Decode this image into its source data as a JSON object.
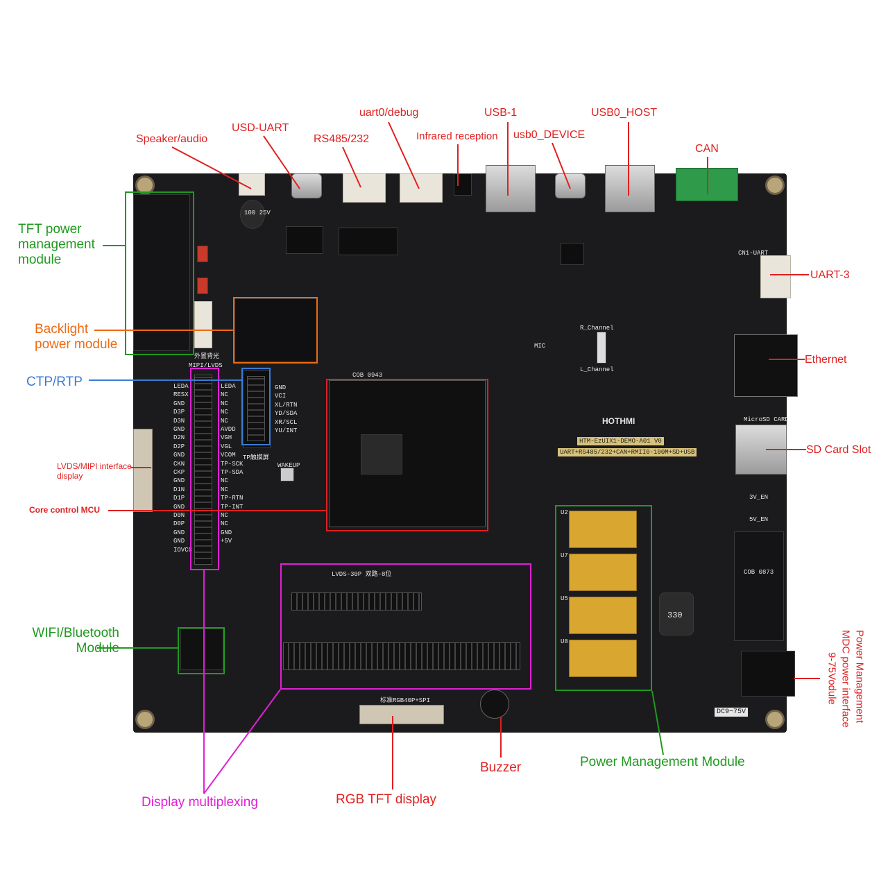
{
  "colors": {
    "red": "#e02020",
    "green": "#1f9a1f",
    "orange": "#ee6a12",
    "blue": "#3a7bd5",
    "magenta": "#e020d6",
    "pcb": "#1b1b1d"
  },
  "labels": {
    "speaker_audio": "Speaker/audio",
    "usd_uart": "USD-UART",
    "rs485_232": "RS485/232",
    "uart0_debug": "uart0/debug",
    "infrared": "Infrared reception",
    "usb1": "USB-1",
    "usb0_device": "usb0_DEVICE",
    "usb0_host": "USB0_HOST",
    "can": "CAN",
    "uart3": "UART-3",
    "ethernet": "Ethernet",
    "sd_card": "SD Card Slot",
    "tft_power": "TFT power management module",
    "backlight": "Backlight power module",
    "ctp_rtp": "CTP/RTP",
    "lvds_mipi": "LVDS/MIPI interface display",
    "core_mcu": "Core control MCU",
    "wifi_bt": "WIFI/Bluetooth Module",
    "display_mux": "Display multiplexing",
    "rgb_tft": "RGB TFT display",
    "buzzer": "Buzzer",
    "power_mgmt_module": "Power Management Module",
    "power_vertical_1": "Power Management",
    "power_vertical_2": "MDC power interface",
    "power_vertical_3": "9-75Vodule"
  },
  "board_silk": {
    "brand": "HOTHMI",
    "model": "HTM-EzUIX1-DEMO-A01 V0",
    "features": "UART+RS485/232+CAN+RMII0-100M+SD+USB",
    "cob_mcu": "COB 0943",
    "lvds_header": "LVDS-30P 双路-8位",
    "rgb_header": "标准RGB40P+SPI",
    "mipi_lvds": "MIPI/LVDS",
    "tp_header": "TP触摸屏",
    "microsd": "MicroSD CARD",
    "dc_input": "DC9~75V",
    "backlight_silk": "外置背光",
    "wakeup": "WAKEUP",
    "capacitor": "100 25V",
    "inductor": "330",
    "en_3v": "3V_EN",
    "en_5v": "5V_EN",
    "cn1_uart": "CN1-UART",
    "r_channel": "R_Channel",
    "l_channel": "L_Channel",
    "mic": "MIC",
    "cob_psu": "COB 0873"
  },
  "tp_pins": [
    "GND",
    "VCI",
    "XL/RTN",
    "YD/SDA",
    "XR/SCL",
    "YU/INT"
  ],
  "mipi_left_pins": [
    "LEDA",
    "RESX",
    "GND",
    "D3P",
    "D3N",
    "GND",
    "D2N",
    "D2P",
    "GND",
    "CKN",
    "CKP",
    "GND",
    "D1N",
    "D1P",
    "GND",
    "D0N",
    "D0P",
    "GND",
    "GND",
    "IOVCC"
  ],
  "mipi_right_pins": [
    "LEDA",
    "NC",
    "NC",
    "NC",
    "NC",
    "AVDD",
    "VGH",
    "VGL",
    "VCOM",
    "TP-SCK",
    "TP-SDA",
    "NC",
    "NC",
    "TP-RTN",
    "TP-INT",
    "NC",
    "NC",
    "GND",
    "+5V"
  ],
  "psu_module_labels": [
    "U2",
    "U7",
    "U5",
    "U8"
  ]
}
